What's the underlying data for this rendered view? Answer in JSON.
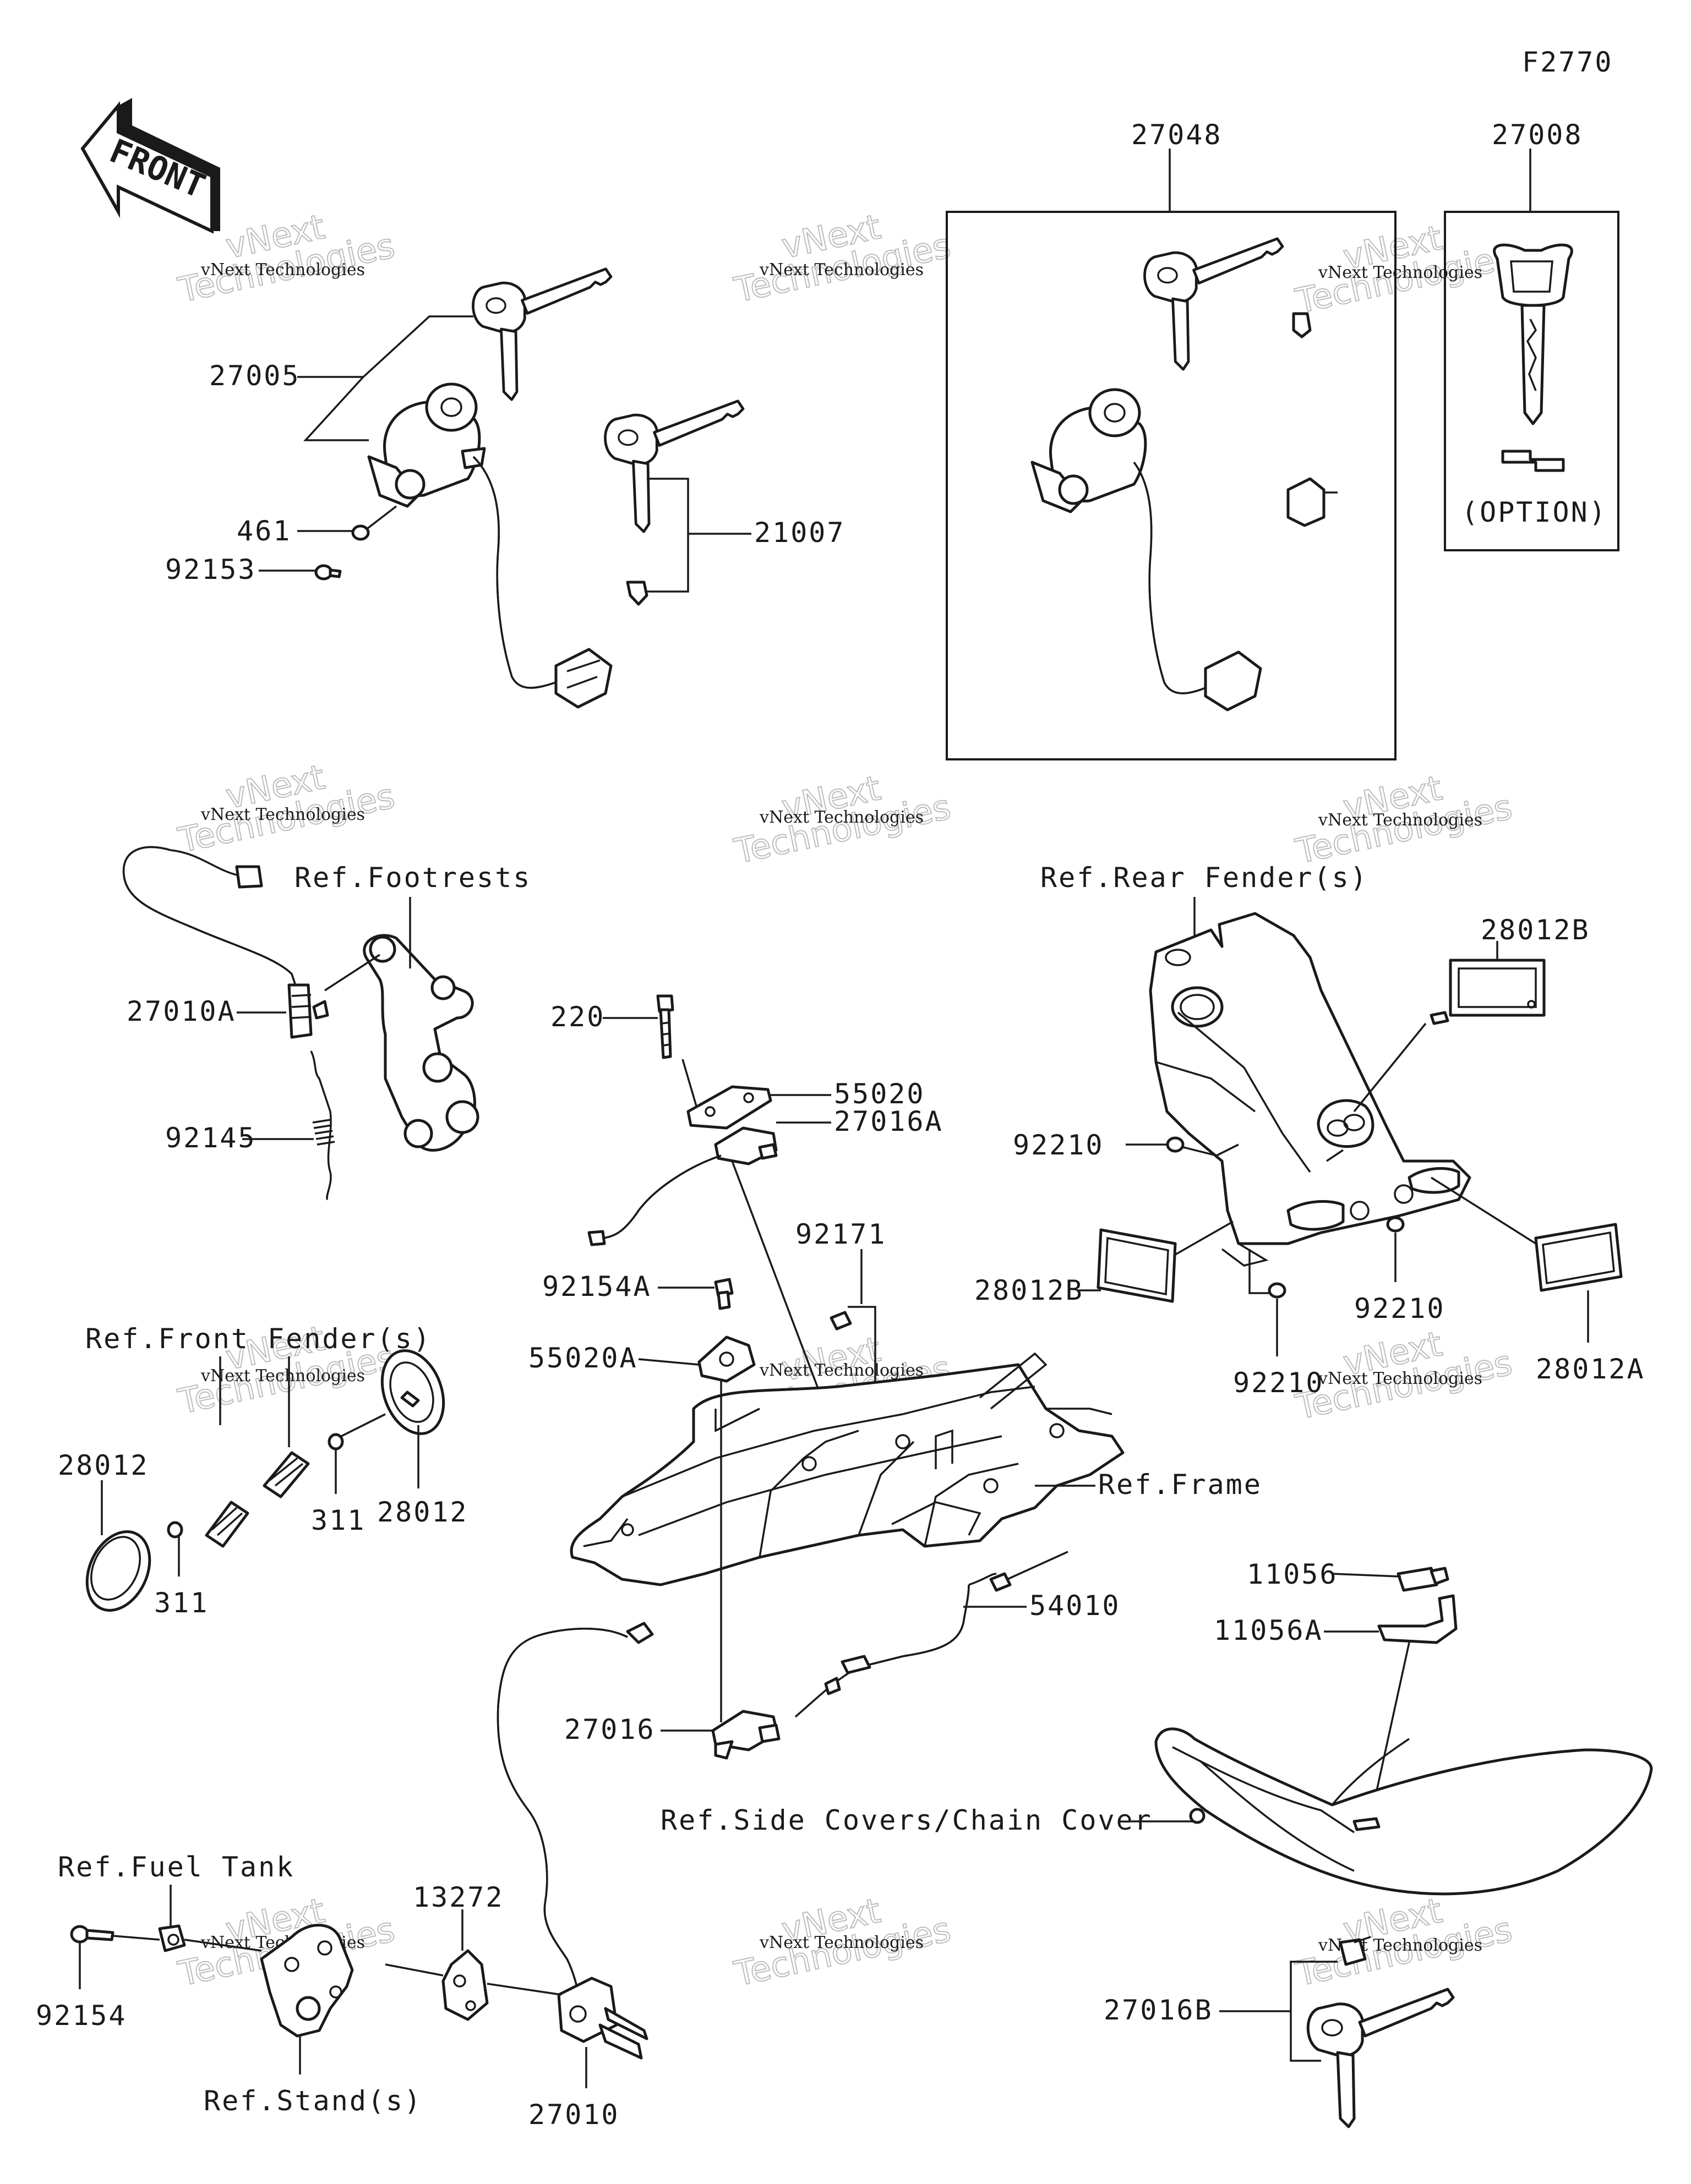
{
  "figure_code": "F2770",
  "front_arrow": {
    "text": "FRONT",
    "icon": "front-direction-arrow-icon"
  },
  "watermark": {
    "small": "vNext Technologies",
    "big_line1": "vNext",
    "big_line2": "Technologies"
  },
  "labels": {
    "p27005": "27005",
    "p461": "461",
    "p92153": "92153",
    "p21007": "21007",
    "p27048": "27048",
    "p27008": "27008",
    "option": "(OPTION)",
    "ref_footrests": "Ref.Footrests",
    "p27010A": "27010A",
    "p92145": "92145",
    "p220": "220",
    "p55020": "55020",
    "p27016A": "27016A",
    "ref_rear_fender": "Ref.Rear Fender(s)",
    "p28012B_top": "28012B",
    "p92210_left": "92210",
    "p92171": "92171",
    "p92154A": "92154A",
    "p55020A": "55020A",
    "ref_front_fender": "Ref.Front Fender(s)",
    "p28012_left": "28012",
    "p311_mid": "311",
    "p28012_right": "28012",
    "p311_bottom": "311",
    "ref_frame": "Ref.Frame",
    "p28012B_bottom": "28012B",
    "p92210_right": "92210",
    "p92210_bottom": "92210",
    "p28012A": "28012A",
    "p11056": "11056",
    "p11056A": "11056A",
    "p54010": "54010",
    "p27016": "27016",
    "ref_side_covers": "Ref.Side Covers/Chain Cover",
    "ref_fuel_tank": "Ref.Fuel Tank",
    "p13272": "13272",
    "p92154": "92154",
    "ref_stand": "Ref.Stand(s)",
    "p27010": "27010",
    "p27016B": "27016B"
  }
}
